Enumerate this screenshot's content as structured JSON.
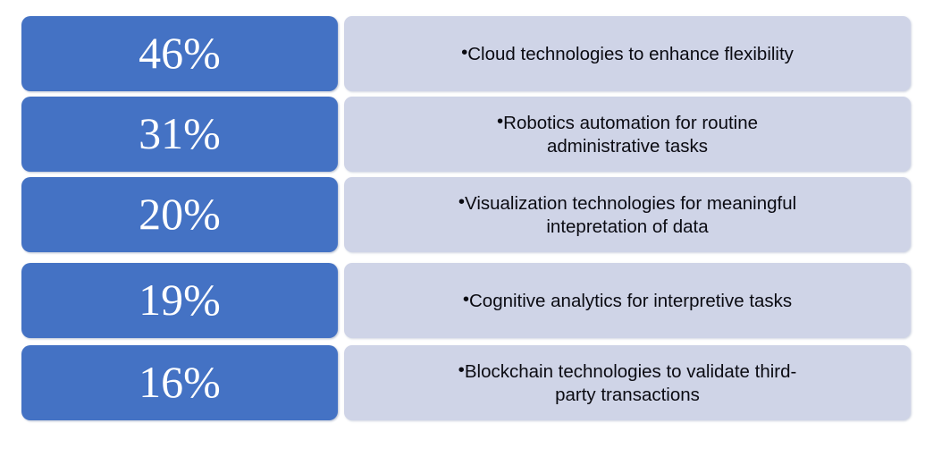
{
  "chart_data": {
    "type": "bar",
    "title": "",
    "subtitle": "",
    "xlabel": "",
    "ylabel": "",
    "categories": [
      "Cloud technologies to enhance flexibility",
      "Robotics automation for routine administrative tasks",
      "Visualization technologies for meaningful intepretation of data",
      "Cognitive analytics for interpretive tasks",
      "Blockchain technologies to validate third-party transactions"
    ],
    "values": [
      46,
      31,
      20,
      19,
      16
    ],
    "value_labels": [
      "46%",
      "31%",
      "20%",
      "19%",
      "16%"
    ],
    "unit": "%",
    "ylim": [
      0,
      100
    ],
    "grid": false,
    "legend": "none"
  },
  "colors": {
    "accent_blue": "#4472C4",
    "panel_light": "#CFD4E7",
    "value_text": "#FFFFFF",
    "desc_text": "#0B0B12",
    "background": "#FFFFFF"
  },
  "rows": [
    {
      "value_label": "46%",
      "bullet": "•",
      "description": "Cloud technologies to enhance flexibility"
    },
    {
      "value_label": "31%",
      "bullet": "•",
      "description": "Robotics automation for routine\nadministrative tasks"
    },
    {
      "value_label": "20%",
      "bullet": "•",
      "description": "Visualization technologies for meaningful\nintepretation of data"
    },
    {
      "value_label": "19%",
      "bullet": "•",
      "description": "Cognitive analytics for interpretive tasks"
    },
    {
      "value_label": "16%",
      "bullet": "•",
      "description": "Blockchain technologies to validate third-\nparty transactions"
    }
  ]
}
